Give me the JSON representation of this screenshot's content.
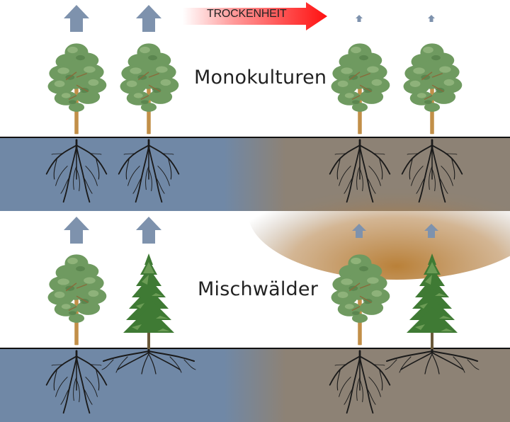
{
  "drought_label": "TROCKENHEIT",
  "panels": [
    {
      "label": "Monokulturen",
      "trees": [
        {
          "species": "pine-tree",
          "roots": "deep-roots",
          "growth": "large-growth-arrow"
        },
        {
          "species": "pine-tree",
          "roots": "deep-roots",
          "growth": "large-growth-arrow"
        },
        {
          "species": "pine-tree",
          "roots": "deep-roots",
          "growth": "tiny-growth-arrow"
        },
        {
          "species": "pine-tree",
          "roots": "deep-roots",
          "growth": "tiny-growth-arrow"
        }
      ]
    },
    {
      "label": "Mischwälder",
      "trees": [
        {
          "species": "pine-tree",
          "roots": "deep-roots",
          "growth": "large-growth-arrow"
        },
        {
          "species": "spruce-tree",
          "roots": "shallow-roots",
          "growth": "large-growth-arrow"
        },
        {
          "species": "pine-tree",
          "roots": "deep-roots",
          "growth": "small-growth-arrow"
        },
        {
          "species": "spruce-tree",
          "roots": "shallow-roots",
          "growth": "small-growth-arrow"
        }
      ]
    }
  ],
  "colors": {
    "wet_soil": "#7088a6",
    "dry_soil": "#8d8275",
    "dry_soil_depleted": "#b07a3c",
    "growth_arrow": "#7e92ad",
    "drought_arrow": "#ff1a1a",
    "pine_foliage": "#6f9a60",
    "spruce_foliage": "#3f7a34",
    "trunk": "#c79a55",
    "root": "#1a1a1a"
  }
}
